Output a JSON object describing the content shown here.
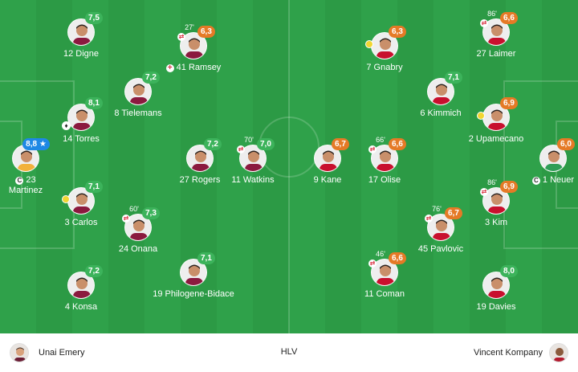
{
  "colors": {
    "pitch": "#2fa14a",
    "stripe": "#2c9a45",
    "rating_green": "#3cb35b",
    "rating_orange": "#e57a26",
    "rating_motm": "#1e88e5",
    "yellow_card": "#f2d632",
    "sub_icon": "#d9303f"
  },
  "home": {
    "coach": "Unai Emery",
    "players": [
      {
        "name": "23 Martinez",
        "rating": "8,8",
        "motm": true,
        "captain": true,
        "kit": "#f2b13b"
      },
      {
        "name": "12 Digne",
        "rating": "7,5",
        "kit": "#8b1a3f"
      },
      {
        "name": "14 Torres",
        "rating": "8,1",
        "goal": true,
        "kit": "#8b1a3f"
      },
      {
        "name": "3 Carlos",
        "rating": "7,1",
        "yellow": true,
        "kit": "#8b1a3f"
      },
      {
        "name": "4 Konsa",
        "rating": "7,2",
        "kit": "#8b1a3f"
      },
      {
        "name": "8 Tielemans",
        "rating": "7,2",
        "kit": "#8b1a3f"
      },
      {
        "name": "24 Onana",
        "rating": "7,3",
        "sub_out": "60'",
        "kit": "#8b1a3f"
      },
      {
        "name": "41 Ramsey",
        "rating": "6,3",
        "sub_out": "27'",
        "name_sub": true,
        "kit": "#8b1a3f"
      },
      {
        "name": "27 Rogers",
        "rating": "7,2",
        "kit": "#8b1a3f"
      },
      {
        "name": "19 Philogene-Bidace",
        "rating": "7,1",
        "kit": "#8b1a3f"
      },
      {
        "name": "11 Watkins",
        "rating": "7,0",
        "sub_out": "70'",
        "kit": "#8b1a3f"
      }
    ]
  },
  "away": {
    "coach": "Vincent Kompany",
    "players": [
      {
        "name": "1 Neuer",
        "rating": "6,0",
        "captain": true,
        "kit": "#2f9e57"
      },
      {
        "name": "27 Laimer",
        "rating": "6,6",
        "sub_out": "86'",
        "kit": "#c8102e"
      },
      {
        "name": "2 Upamecano",
        "rating": "6,9",
        "yellow": true,
        "kit": "#c8102e"
      },
      {
        "name": "3 Kim",
        "rating": "6,9",
        "sub_out": "86'",
        "kit": "#c8102e"
      },
      {
        "name": "19 Davies",
        "rating": "8,0",
        "kit": "#c8102e"
      },
      {
        "name": "6 Kimmich",
        "rating": "7,1",
        "kit": "#c8102e"
      },
      {
        "name": "45 Pavlovic",
        "rating": "6,7",
        "sub_out": "76'",
        "kit": "#c8102e"
      },
      {
        "name": "7 Gnabry",
        "rating": "6,3",
        "yellow": true,
        "kit": "#c8102e"
      },
      {
        "name": "17 Olise",
        "rating": "6,6",
        "sub_out": "66'",
        "kit": "#c8102e"
      },
      {
        "name": "11 Coman",
        "rating": "6,6",
        "sub_out": "46'",
        "kit": "#c8102e"
      },
      {
        "name": "9 Kane",
        "rating": "6,7",
        "kit": "#c8102e"
      }
    ]
  },
  "bottom_bar": {
    "center_label": "HLV"
  },
  "icons": {
    "captain": "C",
    "motm_star": "★",
    "sub_out_arrow": "⇄",
    "goal_boot": "boot-icon"
  }
}
